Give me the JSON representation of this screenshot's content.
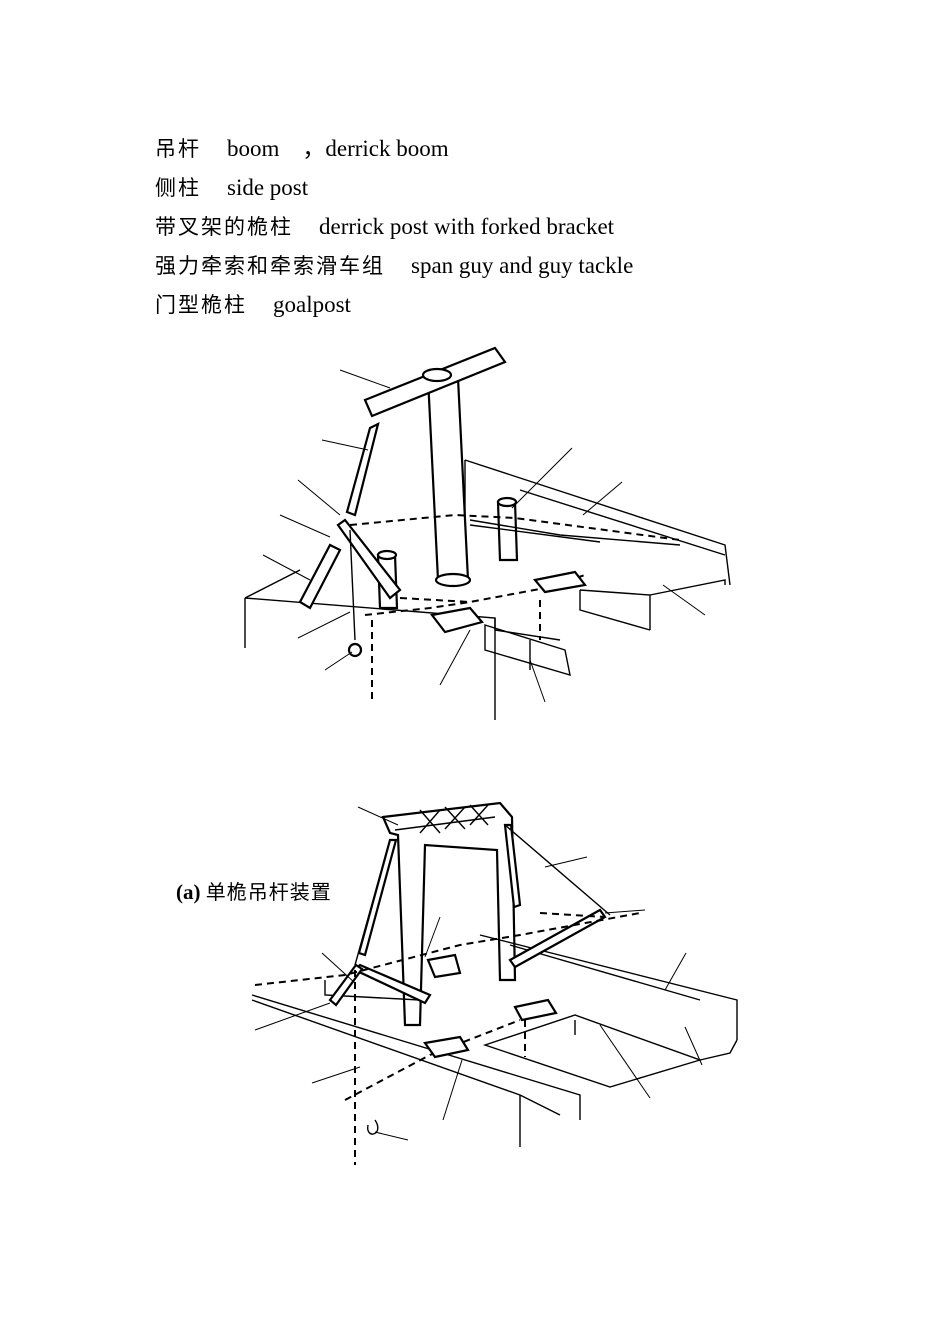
{
  "terms": [
    {
      "zh": "吊杆",
      "en": "boom　，derrick boom"
    },
    {
      "zh": "侧柱",
      "en": "side post"
    },
    {
      "zh": "带叉架的桅柱",
      "en": "derrick post with forked bracket"
    },
    {
      "zh": "强力牵索和牵索滑车组",
      "en": "span guy and guy tackle"
    },
    {
      "zh": "门型桅柱",
      "en": "goalpost"
    }
  ],
  "figure_a": {
    "label": "(a)",
    "caption": "单桅吊杆装置"
  }
}
